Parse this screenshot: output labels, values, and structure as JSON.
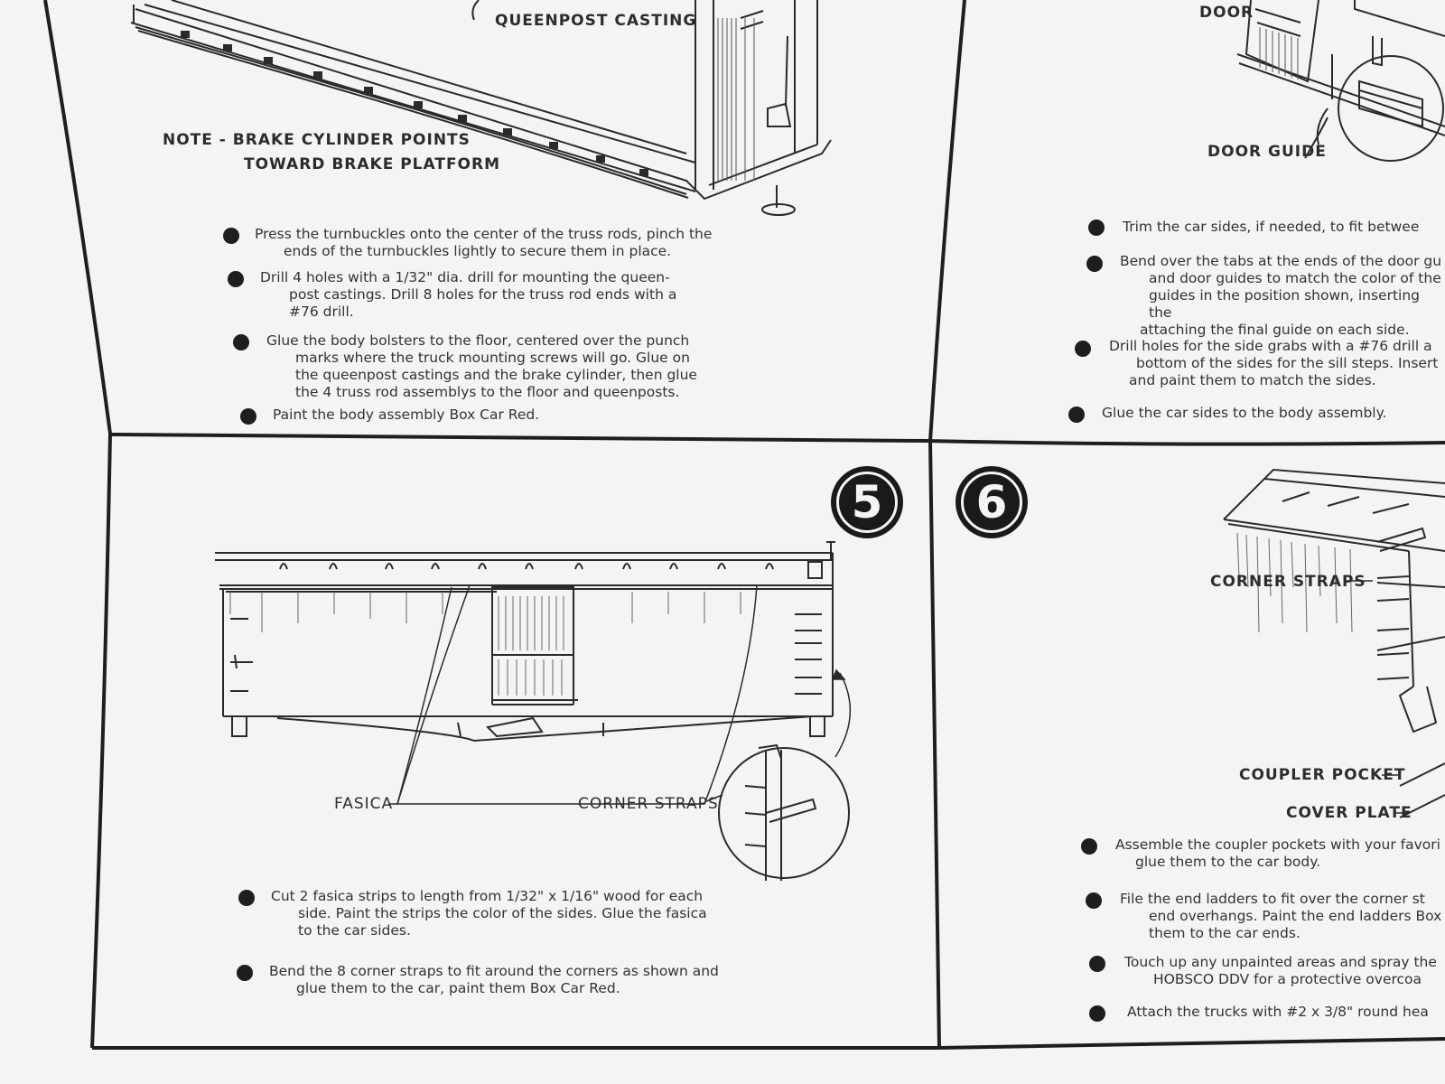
{
  "panel_top_left": {
    "label_queenpost": "QUEENPOST CASTING",
    "note_line1": "NOTE  -  BRAKE CYLINDER POINTS",
    "note_line2": "TOWARD BRAKE PLATFORM",
    "steps": [
      {
        "l1": "Press the turnbuckles onto the center of the truss rods, pinch the",
        "l2": "ends of the turnbuckles lightly to secure them in place."
      },
      {
        "l1": "Drill 4 holes with a 1/32\" dia. drill for mounting the queen-",
        "l2": "post castings. Drill 8 holes for the truss rod ends with a",
        "l3": "#76 drill."
      },
      {
        "l1": "Glue the body bolsters to the floor, centered over the punch",
        "l2": "marks where the truck mounting screws will go. Glue on",
        "l3": "the queenpost castings and the brake cylinder, then glue",
        "l4": "the 4 truss rod assemblys to the floor and queenposts."
      },
      {
        "l1": "Paint the body assembly Box Car Red."
      }
    ]
  },
  "panel_top_right": {
    "label_door": "DOOR",
    "label_door_guide": "DOOR GUIDE",
    "steps": [
      {
        "l1": "Trim the car sides, if needed, to fit betwee"
      },
      {
        "l1": "Bend over the tabs at the ends of the door gu",
        "l2": "and door guides to match the color of the",
        "l3": "guides in the position shown, inserting the",
        "l4": "attaching the final guide on each side."
      },
      {
        "l1": "Drill holes for the side grabs with a #76 drill a",
        "l2": "bottom of the sides for the sill steps. Insert",
        "l3": "and paint them to match the sides."
      },
      {
        "l1": "Glue the car sides to the body assembly."
      }
    ]
  },
  "panel_bottom_left": {
    "step_number": "5",
    "label_fasica": "FASICA",
    "label_corner_straps": "CORNER STRAPS",
    "steps": [
      {
        "l1": "Cut 2 fasica strips to length from 1/32\" x 1/16\" wood for each",
        "l2": "side. Paint the strips the color of the sides. Glue the fasica",
        "l3": "to the car sides."
      },
      {
        "l1": "Bend the 8 corner straps to fit around the corners as shown and",
        "l2": "glue them to the car, paint them Box Car Red."
      }
    ]
  },
  "panel_bottom_right": {
    "step_number": "6",
    "label_corner_straps": "CORNER STRAPS",
    "label_coupler_pocket": "COUPLER POCKET",
    "label_cover_plate": "COVER PLATE",
    "steps": [
      {
        "l1": "Assemble the coupler pockets with your favori",
        "l2": "glue them to the car body."
      },
      {
        "l1": "File the end ladders to fit over the corner st",
        "l2": "end overhangs. Paint the end ladders Box",
        "l3": "them to the car ends."
      },
      {
        "l1": "Touch up any unpainted areas and spray the",
        "l2": "HOBSCO DDV for a protective overcoa"
      },
      {
        "l1": "Attach the trucks with #2 x 3/8\" round hea"
      }
    ]
  }
}
